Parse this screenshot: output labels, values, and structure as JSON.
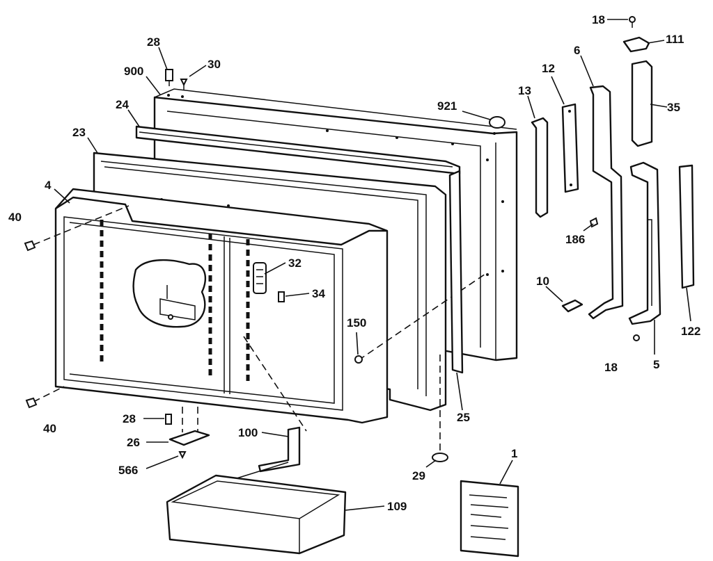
{
  "diagram": {
    "callouts": [
      {
        "id": "c900",
        "text": "900"
      },
      {
        "id": "c28a",
        "text": "28"
      },
      {
        "id": "c30",
        "text": "30"
      },
      {
        "id": "c24",
        "text": "24"
      },
      {
        "id": "c23",
        "text": "23"
      },
      {
        "id": "c4",
        "text": "4"
      },
      {
        "id": "c40a",
        "text": "40"
      },
      {
        "id": "c40b",
        "text": "40"
      },
      {
        "id": "c921",
        "text": "921"
      },
      {
        "id": "c13",
        "text": "13"
      },
      {
        "id": "c12",
        "text": "12"
      },
      {
        "id": "c6",
        "text": "6"
      },
      {
        "id": "c18a",
        "text": "18"
      },
      {
        "id": "c111",
        "text": "111"
      },
      {
        "id": "c35",
        "text": "35"
      },
      {
        "id": "c186",
        "text": "186"
      },
      {
        "id": "c10",
        "text": "10"
      },
      {
        "id": "c32",
        "text": "32"
      },
      {
        "id": "c34",
        "text": "34"
      },
      {
        "id": "c150",
        "text": "150"
      },
      {
        "id": "c122",
        "text": "122"
      },
      {
        "id": "c18b",
        "text": "18"
      },
      {
        "id": "c5",
        "text": "5"
      },
      {
        "id": "c25",
        "text": "25"
      },
      {
        "id": "c28b",
        "text": "28"
      },
      {
        "id": "c26",
        "text": "26"
      },
      {
        "id": "c566",
        "text": "566"
      },
      {
        "id": "c100",
        "text": "100"
      },
      {
        "id": "c29",
        "text": "29"
      },
      {
        "id": "c1",
        "text": "1"
      },
      {
        "id": "c109",
        "text": "109"
      }
    ]
  }
}
